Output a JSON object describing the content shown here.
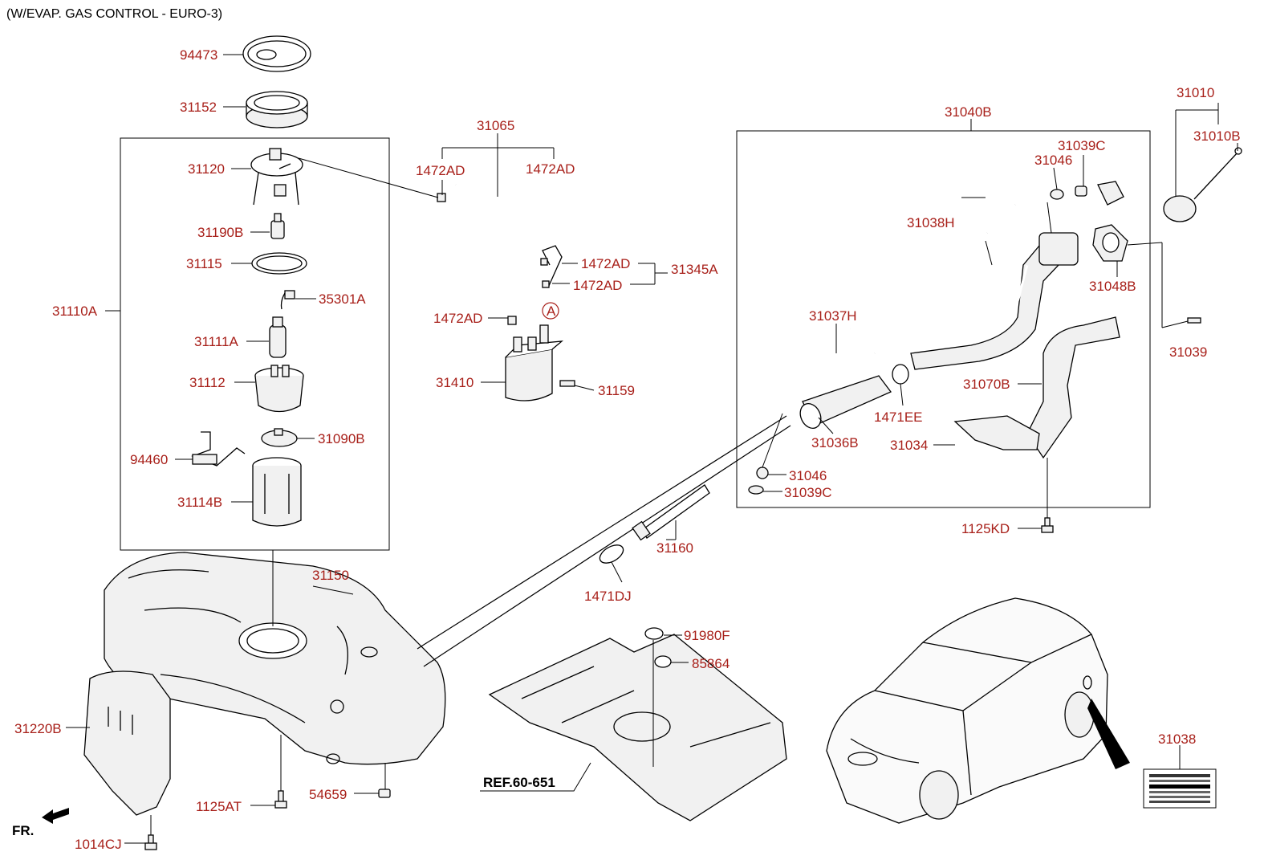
{
  "title": "(W/EVAP. GAS CONTROL - EURO-3)",
  "orientation_label": "FR.",
  "reference_label": "REF.60-651",
  "callout_marker": "A",
  "label_color": "#a8201a",
  "labels": {
    "p94473": "94473",
    "p31152": "31152",
    "p31120": "31120",
    "p31190B": "31190B",
    "p31115": "31115",
    "p35301A": "35301A",
    "p31110A": "31110A",
    "p31111A": "31111A",
    "p31112": "31112",
    "p31090B": "31090B",
    "p94460": "94460",
    "p31114B": "31114B",
    "p31065": "31065",
    "p1472AD_a": "1472AD",
    "p1472AD_b": "1472AD",
    "p1472AD_c": "1472AD",
    "p1472AD_d": "1472AD",
    "p1472AD_e": "1472AD",
    "p31345A": "31345A",
    "p31410": "31410",
    "p31159": "31159",
    "p31040B": "31040B",
    "p31039C_a": "31039C",
    "p31046_a": "31046",
    "p31038H": "31038H",
    "p31048B": "31048B",
    "p31037H": "31037H",
    "p31070B": "31070B",
    "p1471EE": "1471EE",
    "p31036B": "31036B",
    "p31034": "31034",
    "p31046_b": "31046",
    "p31039C_b": "31039C",
    "p31010": "31010",
    "p31010B": "31010B",
    "p31039": "31039",
    "p1125KD": "1125KD",
    "p31160": "31160",
    "p1471DJ": "1471DJ",
    "p31150": "31150",
    "p91980F": "91980F",
    "p85864": "85864",
    "p31220B": "31220B",
    "p1125AT": "1125AT",
    "p54659": "54659",
    "p1014CJ": "1014CJ",
    "p31038": "31038"
  }
}
